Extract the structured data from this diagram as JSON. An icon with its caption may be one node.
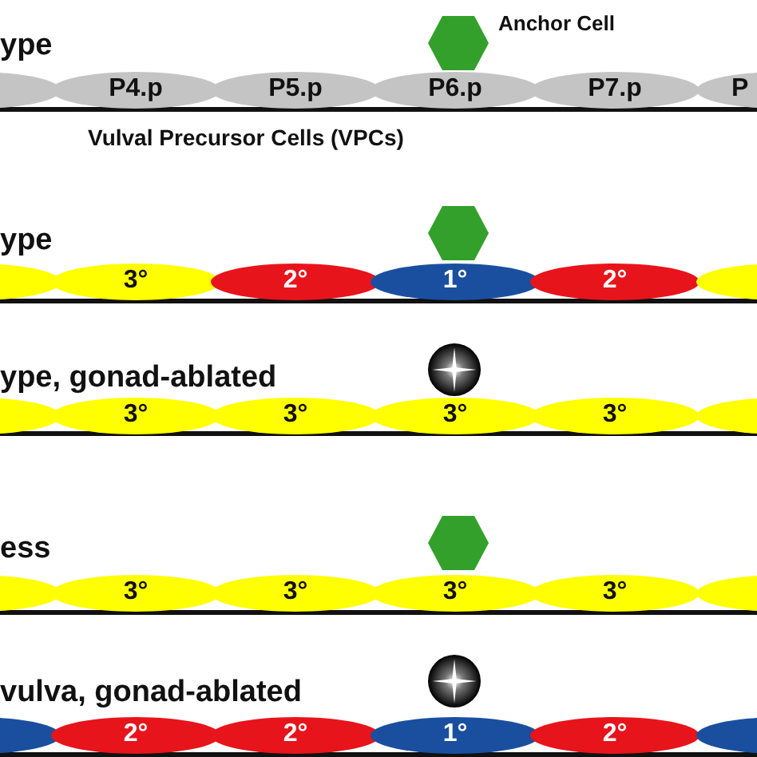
{
  "diagram": {
    "nodes": [
      {
        "text": [],
        "shape": "hexagon",
        "beside": [
          "Anchor Cell"
        ]
      },
      {
        "text": [],
        "shape": "ellipse"
      },
      {
        "text": [
          "P4.p"
        ]
      },
      {
        "text": [
          "P5.p"
        ]
      },
      {
        "text": [
          "P6.p"
        ]
      },
      {
        "text": [
          "P7.p"
        ]
      },
      {
        "text": [
          "P"
        ]
      },
      {
        "text": [],
        "shape": "hexagon"
      },
      {
        "text": [],
        "shape": "ellipse"
      },
      {
        "text": [
          "3°"
        ]
      },
      {
        "text": [
          "2°"
        ]
      },
      {
        "text": [
          "1°"
        ]
      },
      {
        "text": [
          "2°"
        ]
      },
      {
        "text": [],
        "shape": "ellipse"
      },
      {
        "text": [],
        "shape": "circle"
      },
      {
        "text": [],
        "shape": "ellipse"
      },
      {
        "text": [
          "3°"
        ]
      },
      {
        "text": [
          "3°"
        ]
      },
      {
        "text": [
          "3°"
        ]
      },
      {
        "text": [
          "3°"
        ]
      },
      {
        "text": [],
        "shape": "ellipse"
      },
      {
        "text": [],
        "shape": "hexagon"
      },
      {
        "text": [],
        "shape": "ellipse"
      },
      {
        "text": [
          "3°"
        ]
      },
      {
        "text": [
          "3°"
        ]
      },
      {
        "text": [
          "3°"
        ]
      },
      {
        "text": [
          "3°"
        ]
      },
      {
        "text": [],
        "shape": "ellipse"
      },
      {
        "text": [],
        "shape": "circle"
      },
      {
        "text": [],
        "shape": "ellipse"
      },
      {
        "text": [
          "2°"
        ]
      },
      {
        "text": [
          "2°"
        ]
      },
      {
        "text": [
          "1°"
        ]
      },
      {
        "text": [
          "2°"
        ]
      },
      {
        "text": [],
        "shape": "ellipse"
      }
    ],
    "edges": [],
    "labels": [
      "ype",
      "Vulval Precursor Cells (VPCs)",
      "ype",
      "ype, gonad-ablated",
      "ess",
      "vulva, gonad-ablated"
    ]
  }
}
